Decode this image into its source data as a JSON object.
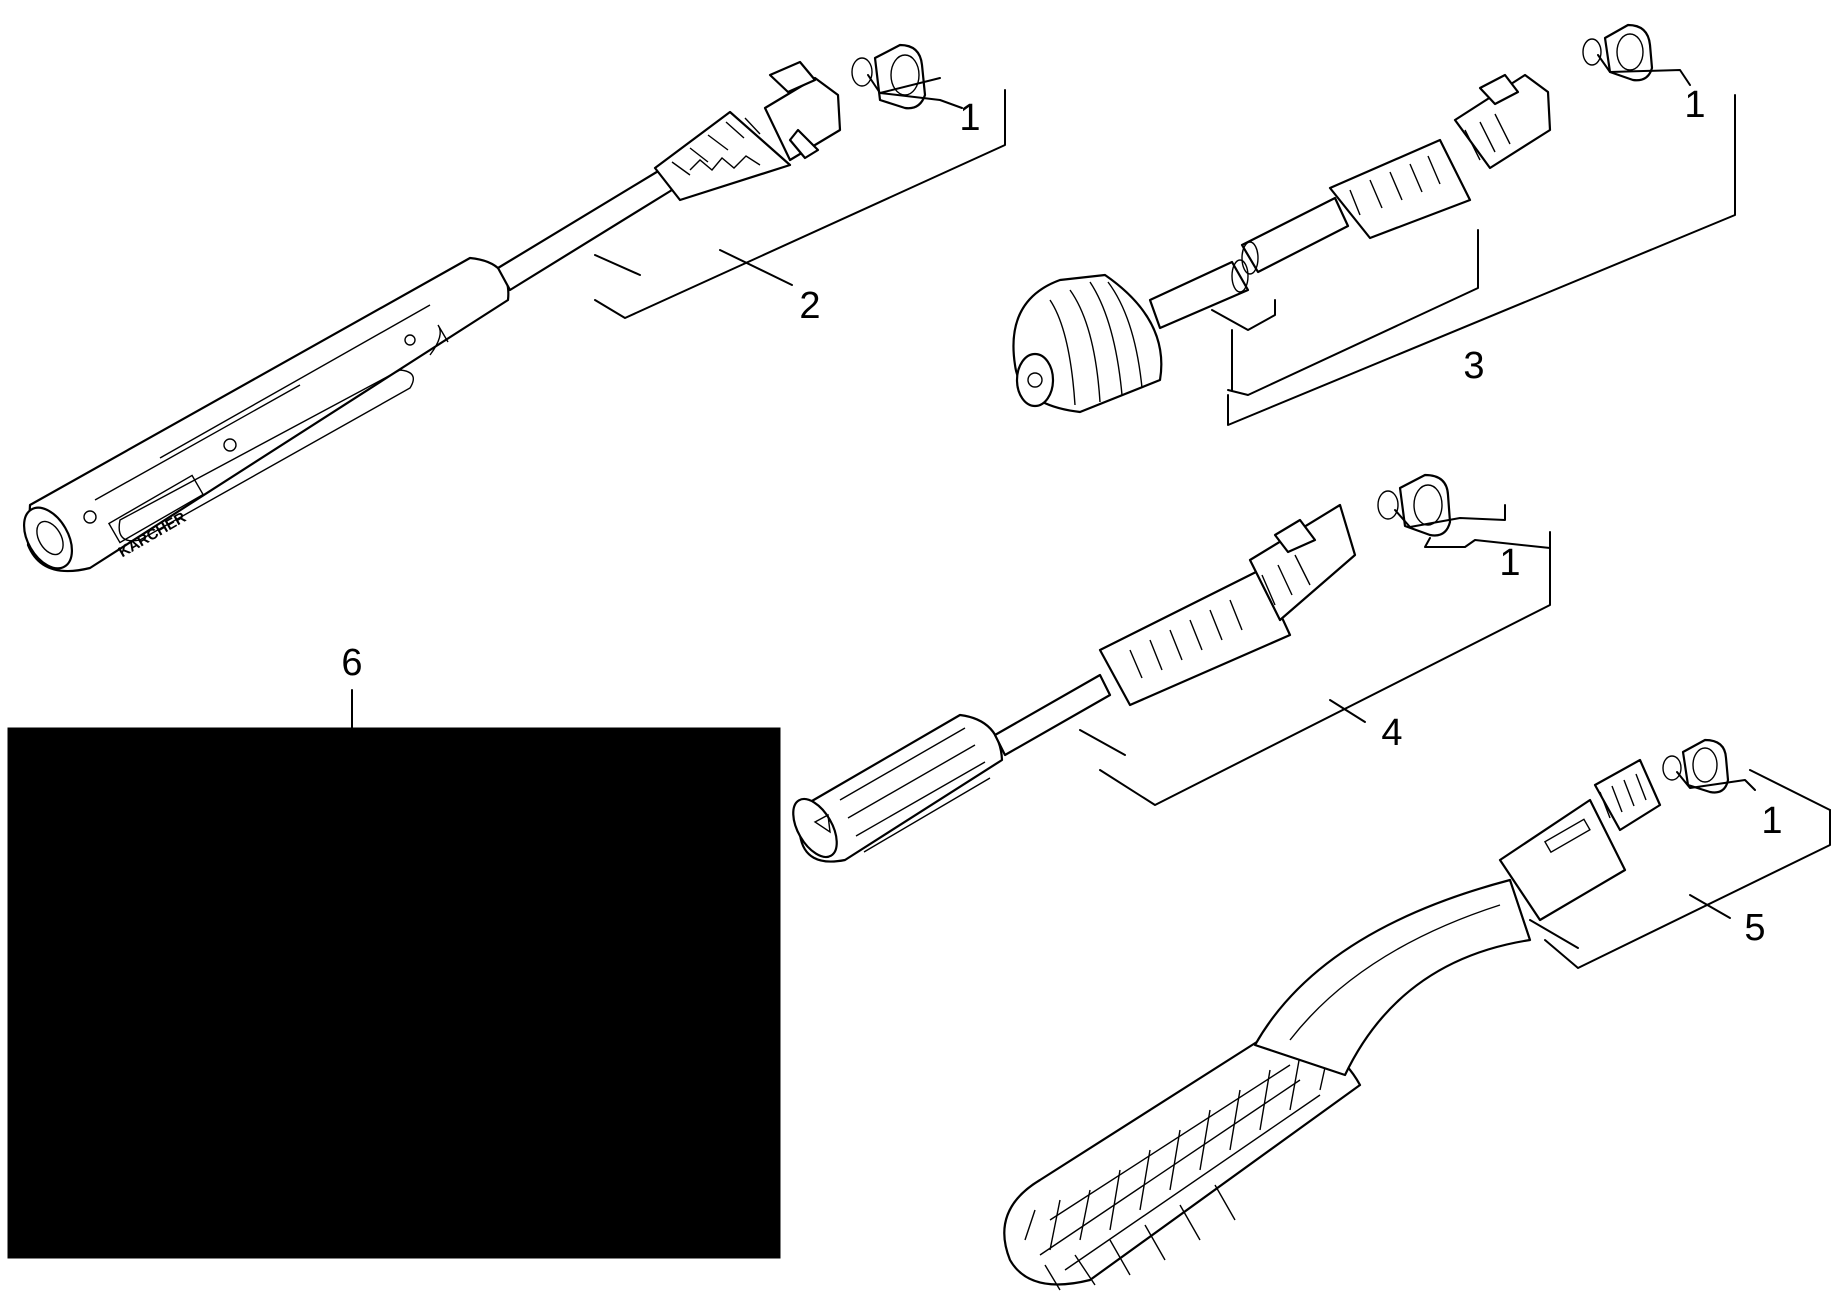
{
  "diagram": {
    "labels": {
      "part1_a": "1",
      "part1_b": "1",
      "part1_c": "1",
      "part1_d": "1",
      "part2": "2",
      "part3": "3",
      "part4": "4",
      "part5": "5",
      "part6": "6"
    },
    "brand": "KARCHER"
  }
}
